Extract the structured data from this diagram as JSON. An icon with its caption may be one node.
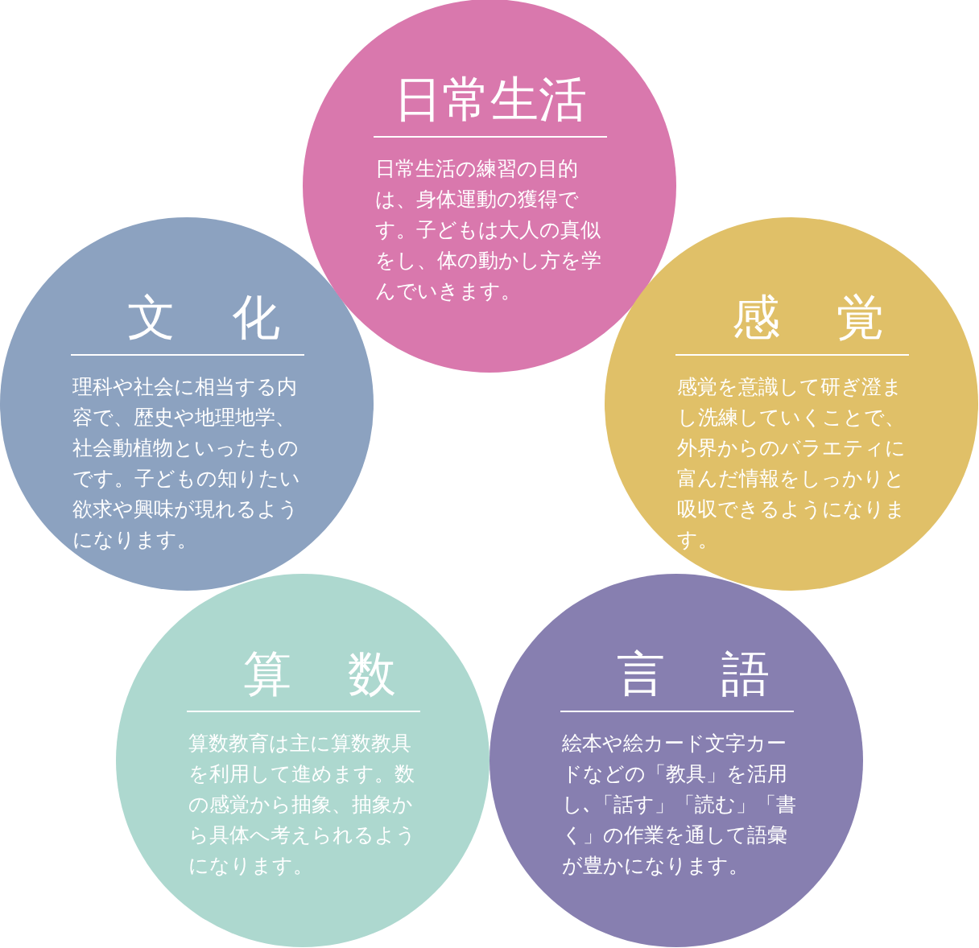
{
  "diagram": {
    "nodes": [
      {
        "text": [
          "日常生活",
          "日常生活の練習の目的は、身体運動の獲得です。子どもは大人の真似をし、体の動かし方を学んでいきます。"
        ]
      },
      {
        "text": [
          "文化",
          "理科や社会に相当する内容で、歴史や地理地学、社会動植物といったものです。子どもの知りたい欲求や興味が現れるようになります。"
        ]
      },
      {
        "text": [
          "感覚",
          "感覚を意識して研ぎ澄まし洗練していくことで、外界からのバラエティに富んだ情報をしっかりと吸収できるようになります。"
        ]
      },
      {
        "text": [
          "算数",
          "算数教育は主に算数教具を利用して進めます。数の感覚から抽象、抽象から具体へ考えられるようになります。"
        ]
      },
      {
        "text": [
          "言語",
          "絵本や絵カード文字カードなどの「教具」を活用し､「話す」「読む」「書く」の作業を通して語彙が豊かになります。"
        ]
      }
    ],
    "edges": []
  }
}
